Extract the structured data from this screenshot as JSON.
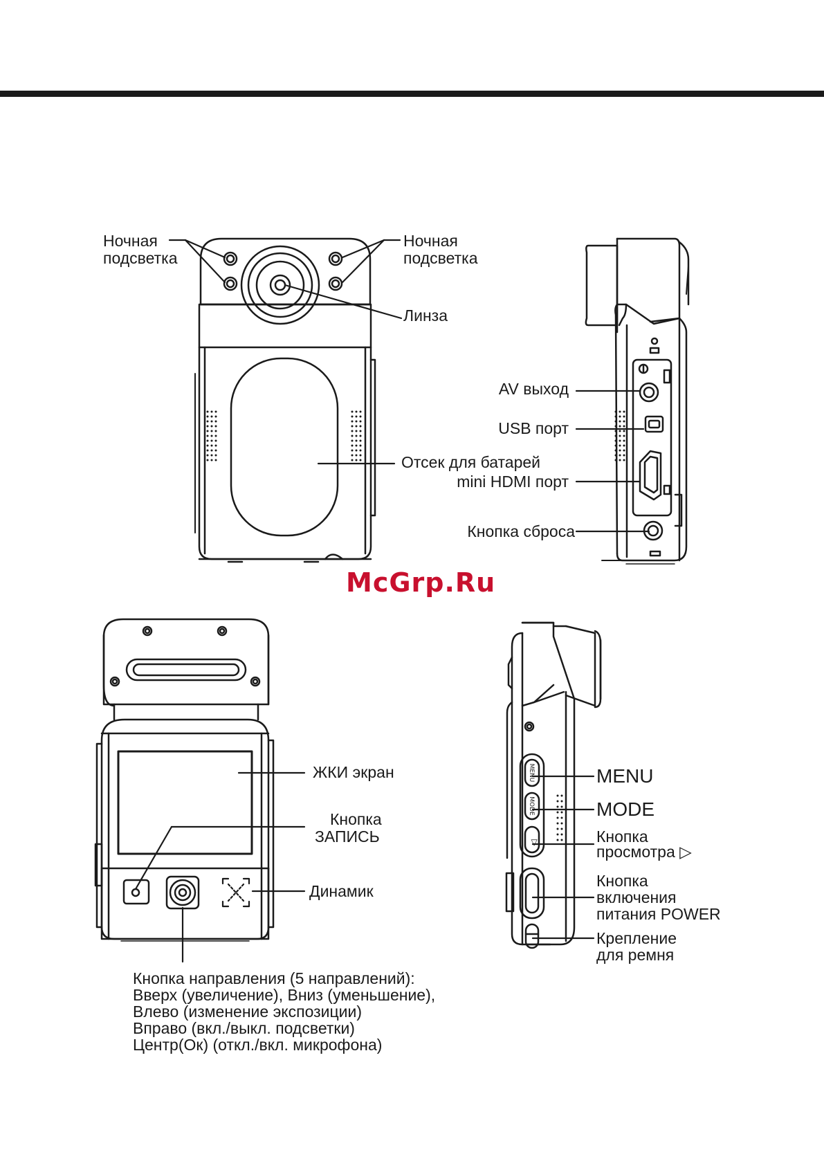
{
  "labels": {
    "night_light_left": [
      "Ночная",
      "подсветка"
    ],
    "night_light_right": [
      "Ночная",
      "подсветка"
    ],
    "lens": "Линза",
    "av_out": "AV выход",
    "usb_port": "USB порт",
    "battery_compartment": "Отсек для батарей",
    "mini_hdmi": "mini HDMI порт",
    "reset_button": "Кнопка сброса",
    "lcd_screen": "ЖКИ экран",
    "record_button": [
      "Кнопка",
      "ЗАПИСЬ"
    ],
    "speaker": "Динамик",
    "menu": "MENU",
    "mode": "MODE",
    "play_button": [
      "Кнопка",
      "просмотра ▷"
    ],
    "power_button": [
      "Кнопка",
      "включения",
      "питания POWER"
    ],
    "strap_mount": [
      "Крепление",
      "для ремня"
    ]
  },
  "direction_button": {
    "lines": [
      "Кнопка направления (5 направлений):",
      "Вверх (увеличение), Вниз (уменьшение),",
      "Влево (изменение экспозиции)",
      "Вправо (вкл./выкл. подсветки)",
      "Центр(Ок)  (откл./вкл. микрофона)"
    ]
  },
  "button_marks": {
    "menu": "MENU",
    "mode": "MODE",
    "play": "▷"
  },
  "watermark": "McGrp.Ru",
  "colors": {
    "ink": "#1a1a1a",
    "watermark": "#c8102e"
  }
}
